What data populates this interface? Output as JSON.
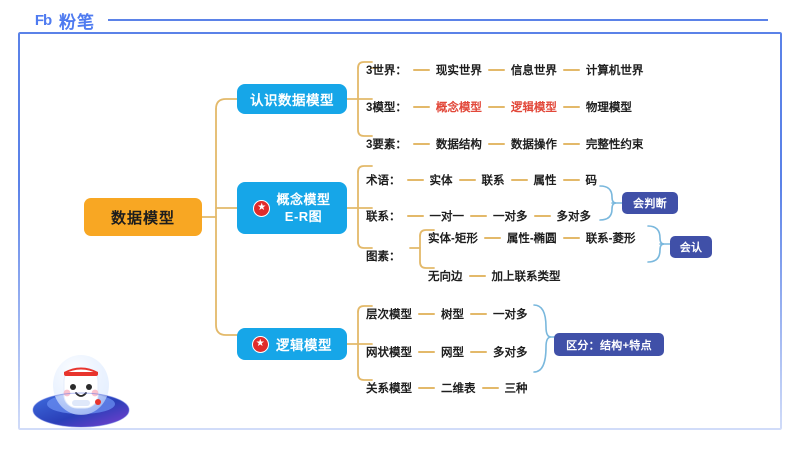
{
  "brand": {
    "mark": "Fb",
    "name": "粉笔"
  },
  "root": {
    "label": "数据模型"
  },
  "branches": [
    {
      "id": "understand",
      "label": "认识数据模型",
      "has_star": false,
      "star_glyph": "★"
    },
    {
      "id": "conceptual",
      "line1": "概念模型",
      "line2": "E-R图",
      "has_star": true,
      "star_glyph": "★"
    },
    {
      "id": "logical",
      "label": "逻辑模型",
      "has_star": true,
      "star_glyph": "★"
    }
  ],
  "groups": [
    {
      "id": "understand-rows",
      "rows": [
        {
          "lead": "3世界：",
          "items": [
            {
              "text": "现实世界",
              "highlight": false
            },
            {
              "text": "信息世界",
              "highlight": false
            },
            {
              "text": "计算机世界",
              "highlight": false
            }
          ]
        },
        {
          "lead": "3模型：",
          "items": [
            {
              "text": "概念模型",
              "highlight": true
            },
            {
              "text": "逻辑模型",
              "highlight": true
            },
            {
              "text": "物理模型",
              "highlight": false
            }
          ]
        },
        {
          "lead": "3要素：",
          "items": [
            {
              "text": "数据结构",
              "highlight": false
            },
            {
              "text": "数据操作",
              "highlight": false
            },
            {
              "text": "完整性约束",
              "highlight": false
            }
          ]
        }
      ]
    },
    {
      "id": "conceptual-rows",
      "rows": [
        {
          "lead": "术语：",
          "items": [
            {
              "text": "实体",
              "highlight": false
            },
            {
              "text": "联系",
              "highlight": false
            },
            {
              "text": "属性",
              "highlight": false
            },
            {
              "text": "码",
              "highlight": false
            }
          ]
        },
        {
          "lead": "联系：",
          "items": [
            {
              "text": "一对一",
              "highlight": false
            },
            {
              "text": "一对多",
              "highlight": false
            },
            {
              "text": "多对多",
              "highlight": false
            }
          ]
        },
        {
          "lead": "图素：",
          "items": []
        },
        {
          "lead": "",
          "items": [
            {
              "text": "实体-矩形",
              "highlight": false
            },
            {
              "text": "属性-椭圆",
              "highlight": false
            },
            {
              "text": "联系-菱形",
              "highlight": false
            }
          ]
        },
        {
          "lead": "",
          "items": [
            {
              "text": "无向边",
              "highlight": false
            },
            {
              "text": "加上联系类型",
              "highlight": false
            }
          ]
        }
      ]
    },
    {
      "id": "logical-rows",
      "rows": [
        {
          "lead": "",
          "items": [
            {
              "text": "层次模型",
              "highlight": false
            },
            {
              "text": "树型",
              "highlight": false
            },
            {
              "text": "一对多",
              "highlight": false
            }
          ]
        },
        {
          "lead": "",
          "items": [
            {
              "text": "网状模型",
              "highlight": false
            },
            {
              "text": "网型",
              "highlight": false
            },
            {
              "text": "多对多",
              "highlight": false
            }
          ]
        },
        {
          "lead": "",
          "items": [
            {
              "text": "关系模型",
              "highlight": false
            },
            {
              "text": "二维表",
              "highlight": false
            },
            {
              "text": "三种",
              "highlight": false
            }
          ]
        }
      ]
    }
  ],
  "badges": {
    "judge": "会判断",
    "know": "会认",
    "differentiate": "区分：结构+特点"
  },
  "colors": {
    "root_bg": "#f8a723",
    "branch_bg": "#16a6e8",
    "badge_bg": "#4050a8",
    "connector": "#e3b96a",
    "brace": "#7ab8dd",
    "highlight_text": "#e2483a",
    "frame_border": "#5b82e8",
    "brand": "#4f7bf0",
    "star_bg": "#e02b2b"
  }
}
